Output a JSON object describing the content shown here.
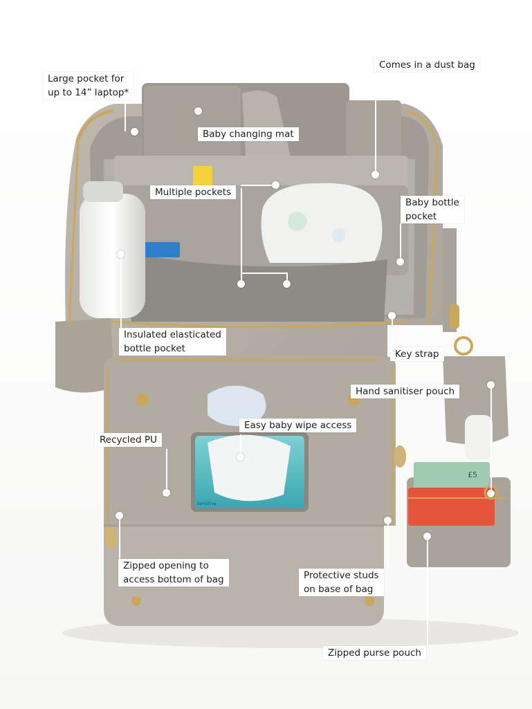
{
  "callouts": {
    "large_pocket": "Large pocket for\nup to 14” laptop*",
    "dust_bag": "Comes in a dust bag",
    "changing_mat": "Baby changing mat",
    "multiple_pockets": "Multiple pockets",
    "bottle_pocket": "Baby bottle\npocket",
    "insulated_pocket": "Insulated elasticated\nbottle pocket",
    "key_strap": "Key strap",
    "sanitiser_pouch": "Hand sanitiser pouch",
    "wipe_access": "Easy baby wipe access",
    "recycled_pu": "Recycled PU",
    "zipped_opening": "Zipped opening to\naccess bottom of bag",
    "protective_studs": "Protective studs\non base of bag",
    "purse_pouch": "Zipped purse pouch"
  },
  "product_prints": {
    "bill_value": "£5",
    "wipes_text": "Sensitive"
  },
  "colors": {
    "bag_body": "#b3aca3",
    "lining": "#9a958e",
    "zipper_gold": "#c9a85a",
    "label_bg": "#ffffff"
  }
}
